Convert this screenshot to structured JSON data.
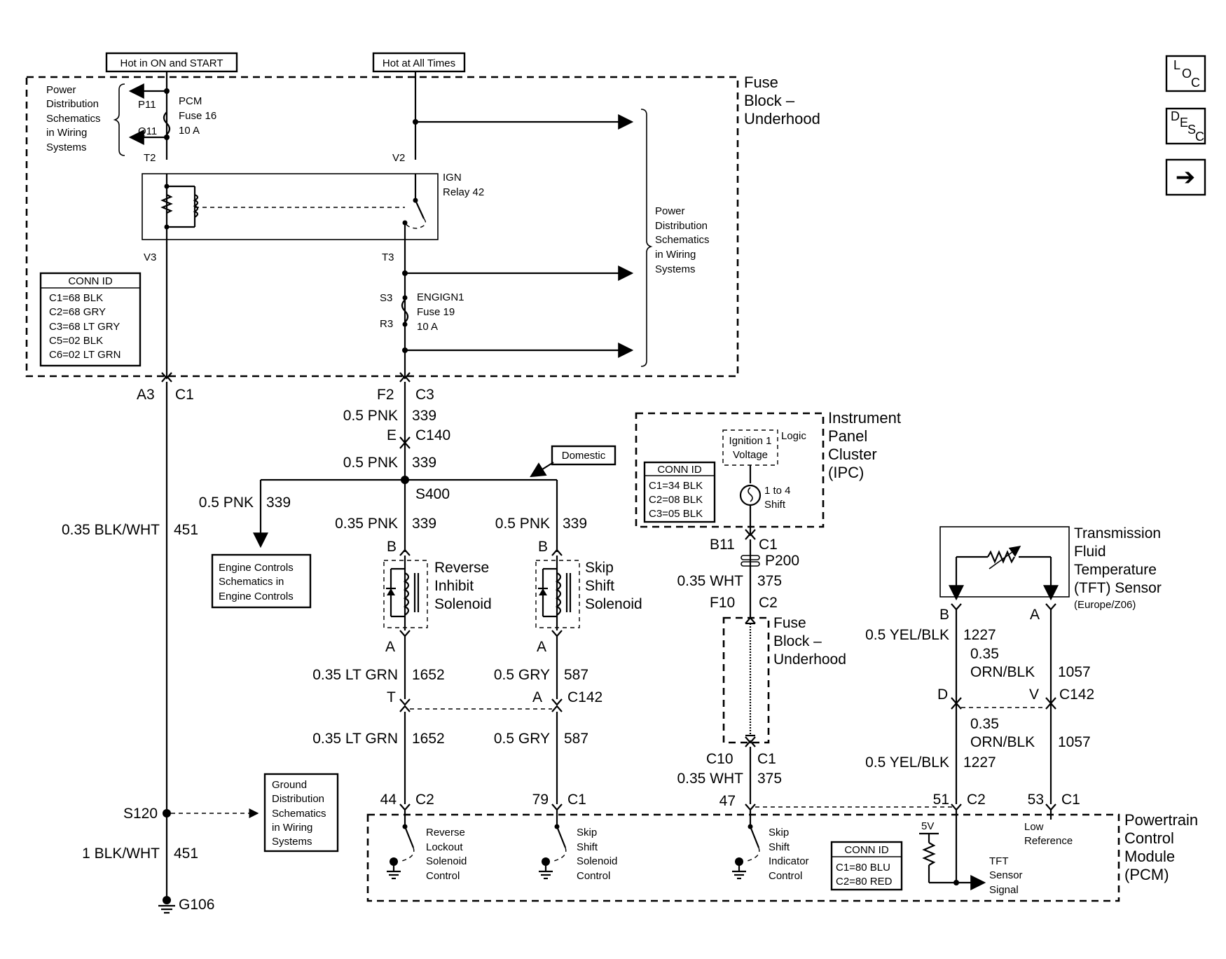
{
  "top_labels": {
    "hot_on_start": "Hot in ON and START",
    "hot_all_times": "Hot at All Times"
  },
  "fuse_block": {
    "title_lines": [
      "Fuse",
      "Block –",
      "Underhood"
    ],
    "power_dist_left": [
      "Power",
      "Distribution",
      "Schematics",
      "in Wiring",
      "Systems"
    ],
    "power_dist_right": [
      "Power",
      "Distribution",
      "Schematics",
      "in Wiring",
      "Systems"
    ],
    "pcm_fuse": {
      "pin_top": "P11",
      "pin_bottom": "Q11",
      "lines": [
        "PCM",
        "Fuse 16",
        "10 A"
      ]
    },
    "t2": "T2",
    "v2": "V2",
    "v3": "V3",
    "t3": "T3",
    "ign_relay": [
      "IGN",
      "Relay 42"
    ],
    "engign_fuse": {
      "pin_top": "S3",
      "pin_bottom": "R3",
      "lines": [
        "ENGIGN1",
        "Fuse 19",
        "10 A"
      ]
    },
    "conn_id": {
      "title": "CONN ID",
      "rows": [
        "C1=68 BLK",
        "C2=68 GRY",
        "C3=68 LT GRY",
        "C5=02 BLK",
        "C6=02 LT GRN"
      ]
    }
  },
  "left_circuit": {
    "pin": "A3",
    "conn": "C1",
    "wire_gauge": "0.35 BLK/WHT",
    "wire_num": "451",
    "splice": "S120",
    "ground_ref": [
      "Ground",
      "Distribution",
      "Schematics",
      "in Wiring",
      "Systems"
    ],
    "wire2_gauge": "1 BLK/WHT",
    "wire2_num": "451",
    "ground": "G106"
  },
  "center_circuit": {
    "pin_f2": "F2",
    "conn_c3": "C3",
    "wire1_gauge": "0.5 PNK",
    "wire1_num": "339",
    "pin_e": "E",
    "conn_c140": "C140",
    "wire2_gauge": "0.5 PNK",
    "wire2_num": "339",
    "domestic": "Domestic",
    "splice": "S400",
    "branch_gauge": "0.5 PNK",
    "branch_num": "339",
    "engine_ref": [
      "Engine Controls",
      "Schematics in",
      "Engine Controls"
    ]
  },
  "reverse_solenoid": {
    "wire_gauge": "0.35 PNK",
    "wire_num": "339",
    "pin_b": "B",
    "name_lines": [
      "Reverse",
      "Inhibit",
      "Solenoid"
    ],
    "pin_a": "A",
    "wire2_gauge": "0.35 LT GRN",
    "wire2_num": "1652",
    "pin_t": "T",
    "wire3_gauge": "0.35 LT GRN",
    "wire3_num": "1652",
    "pcm_pin": "44",
    "pcm_conn": "C2",
    "pcm_label": [
      "Reverse",
      "Lockout",
      "Solenoid",
      "Control"
    ]
  },
  "skip_solenoid": {
    "wire_gauge": "0.5 PNK",
    "wire_num": "339",
    "pin_b": "B",
    "name_lines": [
      "Skip",
      "Shift",
      "Solenoid"
    ],
    "pin_a": "A",
    "wire2_gauge": "0.5 GRY",
    "wire2_num": "587",
    "pin_a2": "A",
    "conn_c142": "C142",
    "wire3_gauge": "0.5 GRY",
    "wire3_num": "587",
    "pcm_pin": "79",
    "pcm_conn": "C1",
    "pcm_label": [
      "Skip",
      "Shift",
      "Solenoid",
      "Control"
    ]
  },
  "ipc": {
    "title_lines": [
      "Instrument",
      "Panel",
      "Cluster",
      "(IPC)"
    ],
    "ign_voltage": [
      "Ignition 1",
      "Voltage"
    ],
    "logic": "Logic",
    "lamp_label": [
      "1 to 4",
      "Shift"
    ],
    "conn_id": {
      "title": "CONN ID",
      "rows": [
        "C1=34 BLK",
        "C2=08 BLK",
        "C3=05 BLK"
      ]
    },
    "pin_b11": "B11",
    "conn_c1": "C1",
    "p200": "P200",
    "wire_gauge": "0.35 WHT",
    "wire_num": "375",
    "pin_f10": "F10",
    "conn_c2": "C2",
    "fuse_block_lines": [
      "Fuse",
      "Block –",
      "Underhood"
    ],
    "pin_c10": "C10",
    "conn_c1b": "C1",
    "wire2_gauge": "0.35 WHT",
    "wire2_num": "375",
    "pcm_pin": "47",
    "pcm_label": [
      "Skip",
      "Shift",
      "Indicator",
      "Control"
    ]
  },
  "tft": {
    "name_lines": [
      "Transmission",
      "Fluid",
      "Temperature",
      "(TFT) Sensor"
    ],
    "sub": "(Europe/Z06)",
    "pin_b": "B",
    "pin_a": "A",
    "wire_b_gauge": "0.5 YEL/BLK",
    "wire_b_num": "1227",
    "wire_a_gauge_1": "0.35",
    "wire_a_gauge_2": "ORN/BLK",
    "wire_a_num": "1057",
    "pin_d": "D",
    "pin_v": "V",
    "conn_c142": "C142",
    "wire_a2_gauge_1": "0.35",
    "wire_a2_gauge_2": "ORN/BLK",
    "wire_a2_num": "1057",
    "wire_b2_gauge": "0.5 YEL/BLK",
    "wire_b2_num": "1227",
    "pcm_pin_51": "51",
    "pcm_conn_c2": "C2",
    "pcm_pin_53": "53",
    "pcm_conn_c1": "C1"
  },
  "pcm": {
    "title_lines": [
      "Powertrain",
      "Control",
      "Module",
      "(PCM)"
    ],
    "five_v": "5V",
    "low_ref": [
      "Low",
      "Reference"
    ],
    "tft_signal": [
      "TFT",
      "Sensor",
      "Signal"
    ],
    "conn_id": {
      "title": "CONN ID",
      "rows": [
        "C1=80 BLU",
        "C2=80 RED"
      ]
    }
  },
  "nav_buttons": {
    "loc": [
      "L",
      "O",
      "C"
    ],
    "desc": [
      "D",
      "E",
      "S",
      "C"
    ],
    "next_arrow": "➔"
  }
}
